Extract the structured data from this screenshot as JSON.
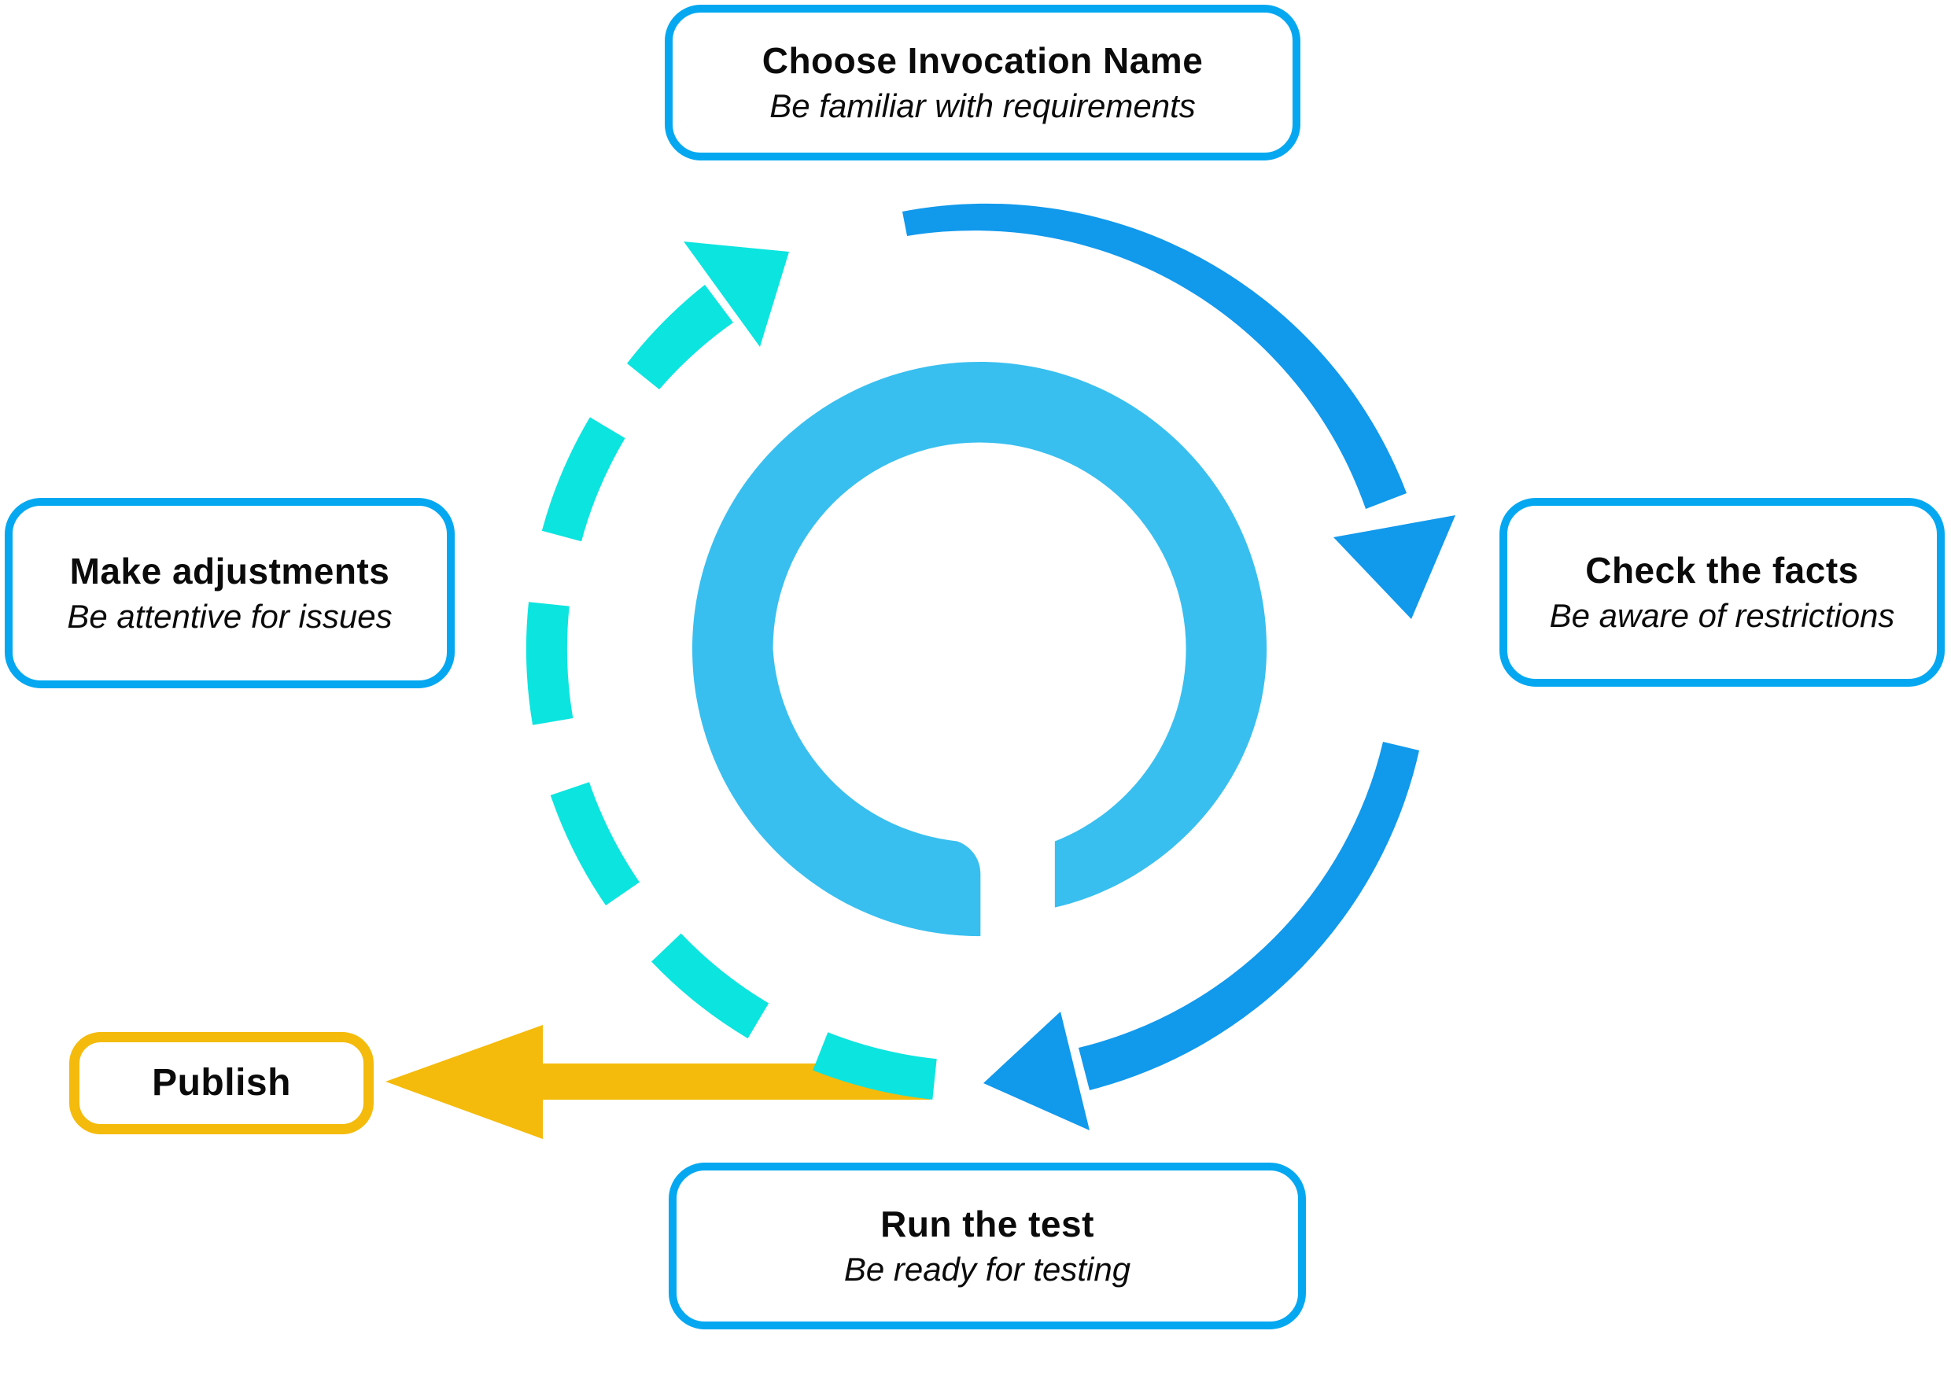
{
  "diagram": {
    "nodes": {
      "choose": {
        "title": "Choose Invocation Name",
        "subtitle": "Be familiar with requirements"
      },
      "check": {
        "title": "Check the facts",
        "subtitle": "Be aware of restrictions"
      },
      "run": {
        "title": "Run the test",
        "subtitle": "Be ready for testing"
      },
      "adjust": {
        "title": "Make adjustments",
        "subtitle": "Be attentive for issues"
      },
      "publish": {
        "title": "Publish"
      }
    },
    "center_icon": "alexa-logo",
    "colors": {
      "box_border_blue": "#05A8F0",
      "box_border_yellow": "#F4BB0C",
      "arc_solid_blue": "#1199EC",
      "arc_dashed_teal": "#0CE4DF",
      "publish_arrow_yellow": "#F4BB0C",
      "logo_blue": "#38BFEF",
      "text": "#0B0B0B",
      "background": "#FFFFFF"
    }
  }
}
